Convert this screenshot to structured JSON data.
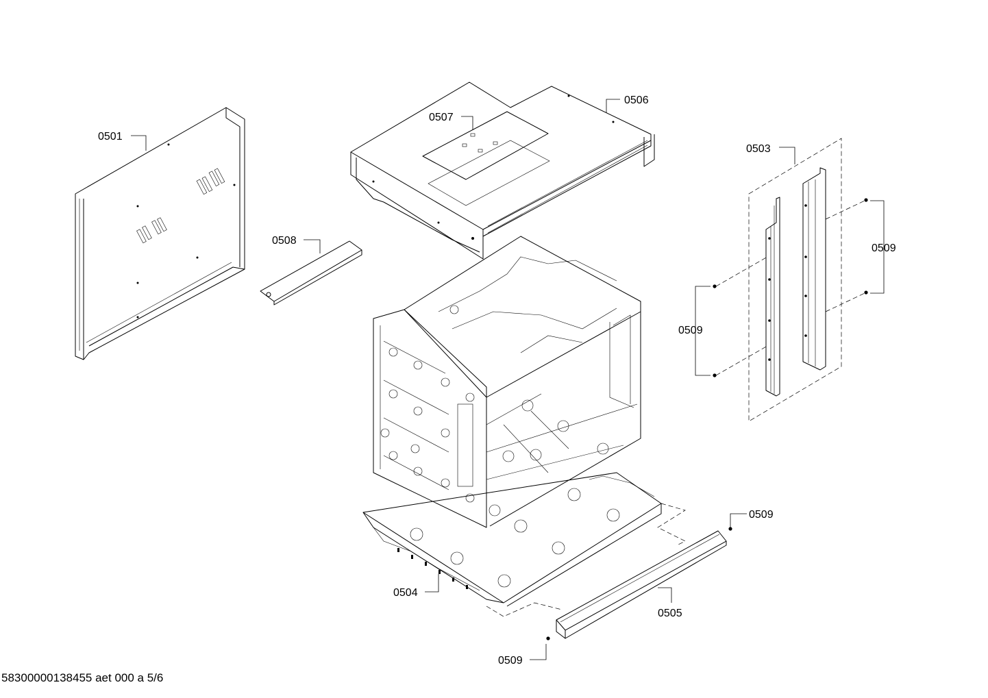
{
  "diagram": {
    "type": "exploded-parts-view",
    "callouts": {
      "c0501": "0501",
      "c0506": "0506",
      "c0507": "0507",
      "c0508": "0508",
      "c0503": "0503",
      "c0509_right": "0509",
      "c0509_left": "0509",
      "c0509_lower_right": "0509",
      "c0509_bottom": "0509",
      "c0504": "0504",
      "c0505": "0505"
    }
  },
  "footer": {
    "drawing_id": "58300000138455 aet 000 a 5/6"
  }
}
